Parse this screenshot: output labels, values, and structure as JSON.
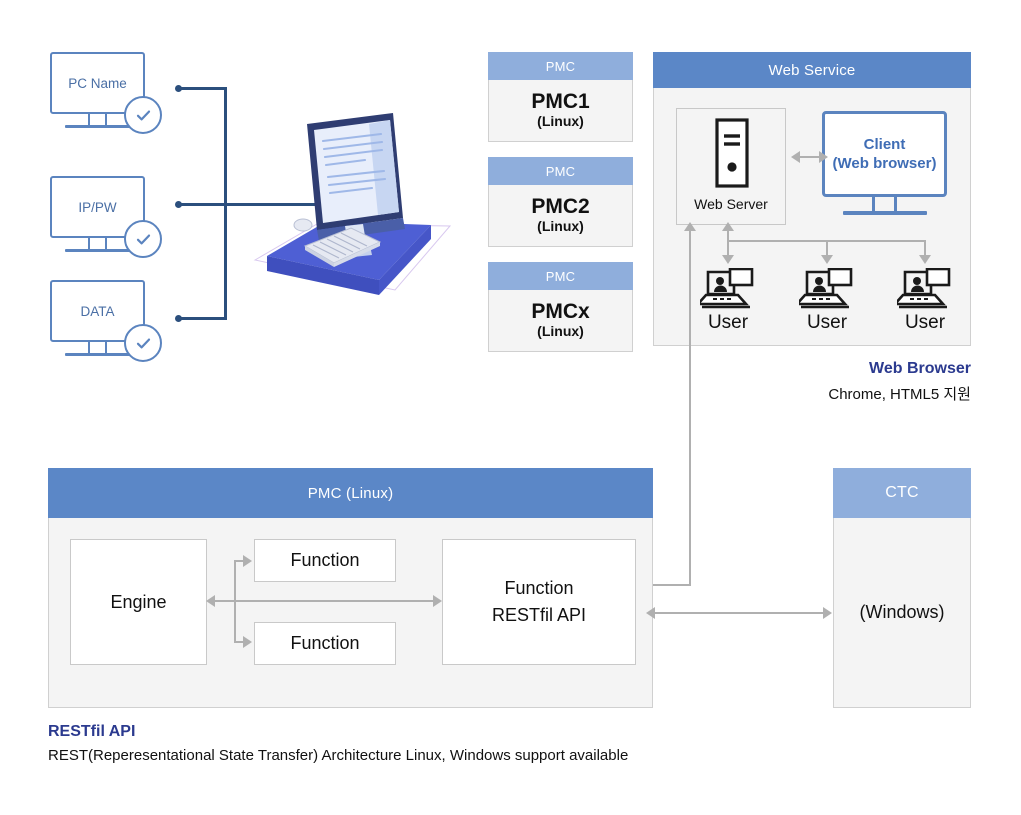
{
  "capture_sources": [
    {
      "label": "PC Name",
      "status_icon": "check-circle-icon"
    },
    {
      "label": "IP/PW",
      "status_icon": "check-circle-icon"
    },
    {
      "label": "DATA",
      "status_icon": "check-circle-icon"
    }
  ],
  "workstation": {
    "icon": "isometric-desktop-computer-illustration"
  },
  "pmc_cards": [
    {
      "header": "PMC",
      "name": "PMC1",
      "os": "(Linux)"
    },
    {
      "header": "PMC",
      "name": "PMC2",
      "os": "(Linux)"
    },
    {
      "header": "PMC",
      "name": "PMCx",
      "os": "(Linux)"
    }
  ],
  "web_service": {
    "header": "Web Service",
    "server": {
      "label": "Web Server",
      "icon": "server-tower-icon"
    },
    "client": {
      "line1": "Client",
      "line2": "(Web browser)",
      "icon": "monitor-icon"
    },
    "users": [
      {
        "label": "User",
        "icon": "user-laptop-icon"
      },
      {
        "label": "User",
        "icon": "user-laptop-icon"
      },
      {
        "label": "User",
        "icon": "user-laptop-icon"
      }
    ]
  },
  "web_browser_caption": {
    "title": "Web Browser",
    "subtitle": "Chrome, HTML5 지원"
  },
  "pmc_linux_panel": {
    "header": "PMC (Linux)",
    "engine": "Engine",
    "functions": [
      "Function",
      "Function"
    ],
    "api_box": {
      "line1": "Function",
      "line2": "RESTfil API"
    }
  },
  "ctc_panel": {
    "header": "CTC",
    "body": "(Windows)"
  },
  "restfil_caption": {
    "title": "RESTfil API",
    "subtitle": "REST(Reperesentational State Transfer) Architecture Linux, Windows support available"
  },
  "colors": {
    "header_blue": "#5b87c7",
    "header_light_blue": "#8faedc",
    "panel_bg": "#f4f4f4",
    "outline_blue": "#5b84bf",
    "connector_navy": "#2b4f7d",
    "arrow_gray": "#b0b0b0",
    "caption_title": "#2b3a8f"
  }
}
